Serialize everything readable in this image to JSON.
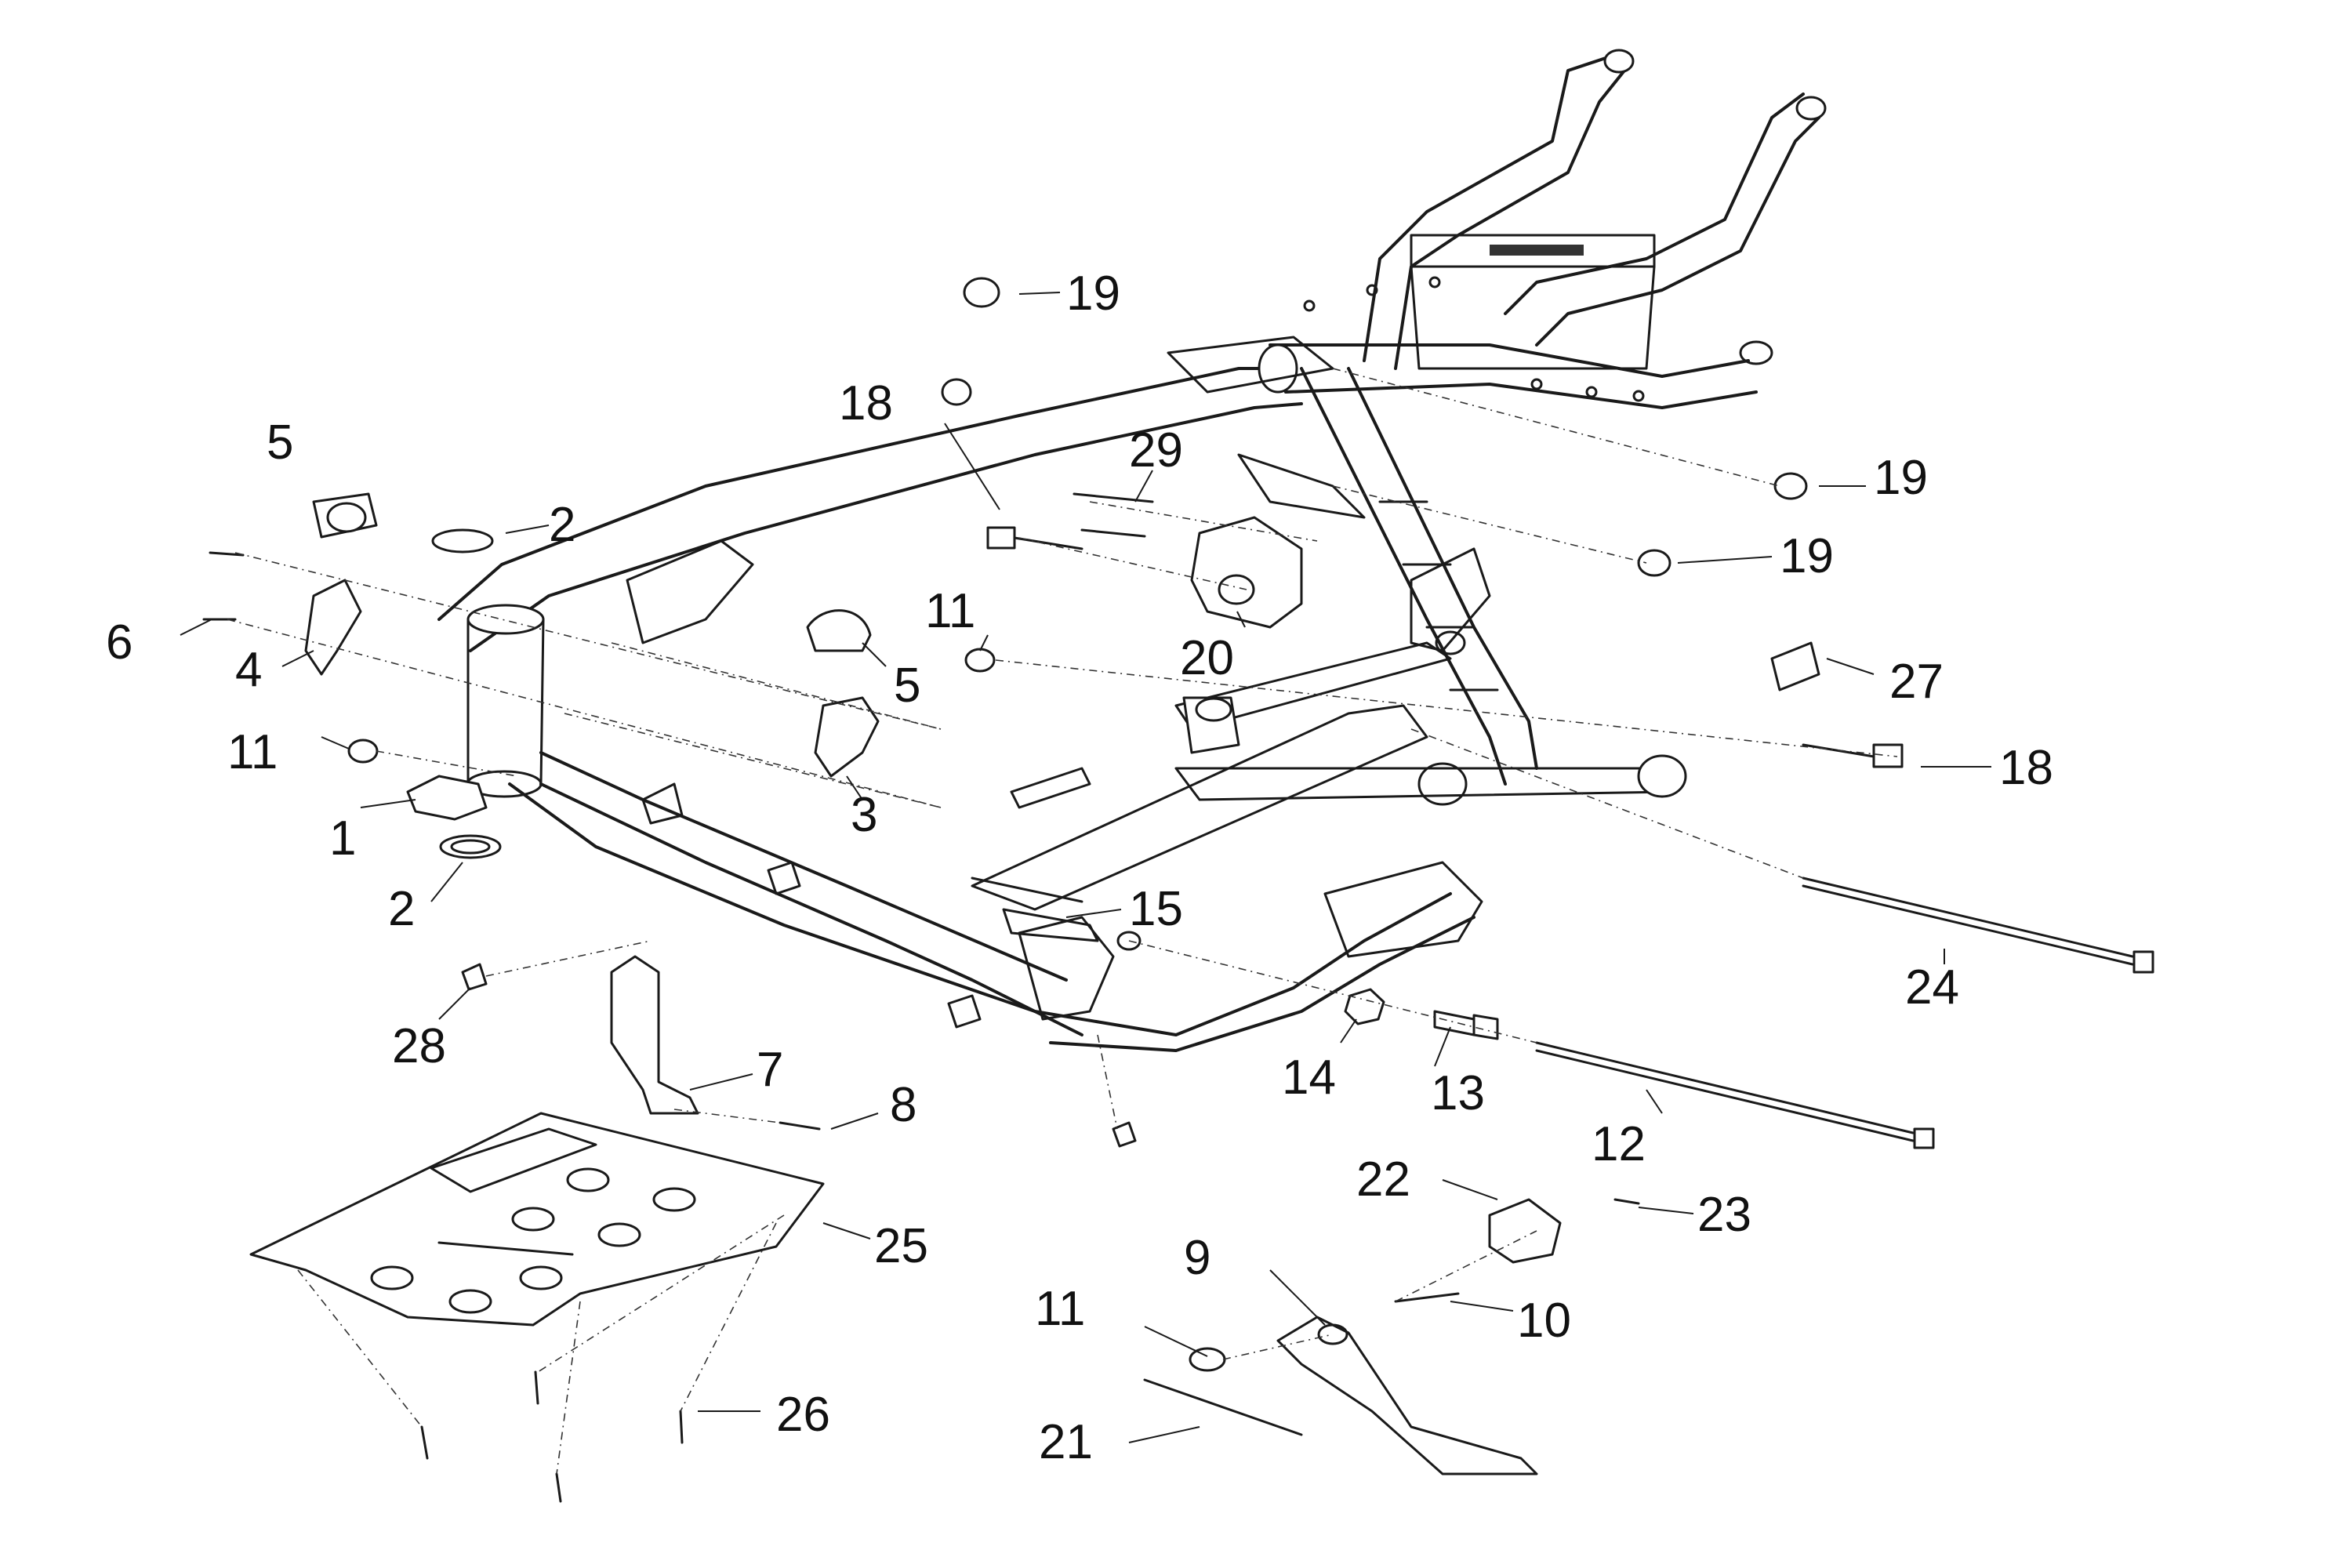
{
  "diagram": {
    "callouts": {
      "c1": "1",
      "c2a": "2",
      "c2b": "2",
      "c3": "3",
      "c4": "4",
      "c5a": "5",
      "c5b": "5",
      "c6": "6",
      "c7": "7",
      "c8": "8",
      "c9": "9",
      "c10": "10",
      "c11a": "11",
      "c11b": "11",
      "c11c": "11",
      "c12": "12",
      "c13": "13",
      "c14": "14",
      "c15": "15",
      "c18a": "18",
      "c18b": "18",
      "c19a": "19",
      "c19b": "19",
      "c19c": "19",
      "c20": "20",
      "c21": "21",
      "c22": "22",
      "c23": "23",
      "c24": "24",
      "c25": "25",
      "c26": "26",
      "c27": "27",
      "c28": "28",
      "c29": "29"
    }
  }
}
